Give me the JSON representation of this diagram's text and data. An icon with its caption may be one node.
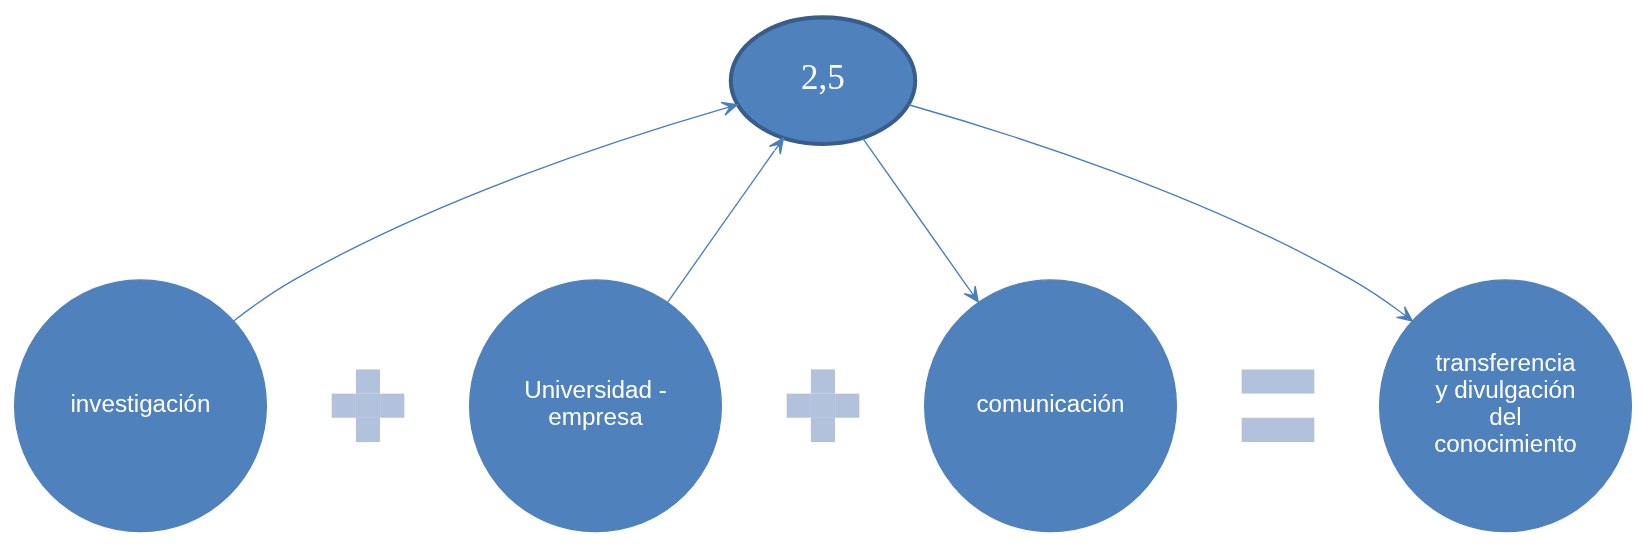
{
  "diagram": {
    "nodes": [
      {
        "text": [
          "2,5"
        ]
      },
      {
        "text": [
          "investigación"
        ]
      },
      {
        "text": [],
        "shape": "plus"
      },
      {
        "text": [
          "Universidad - empresa"
        ]
      },
      {
        "text": [],
        "shape": "plus"
      },
      {
        "text": [
          "comunicación"
        ]
      },
      {
        "text": [],
        "shape": "equals"
      },
      {
        "text": [
          "transferencia y divulgación del conocimiento"
        ]
      }
    ],
    "edges": [
      {
        "from": 1,
        "to": 0,
        "arrow": "to"
      },
      {
        "from": 3,
        "to": 0,
        "arrow": "to"
      },
      {
        "from": 0,
        "to": 5,
        "arrow": "to"
      },
      {
        "from": 0,
        "to": 7,
        "arrow": "to"
      }
    ]
  }
}
